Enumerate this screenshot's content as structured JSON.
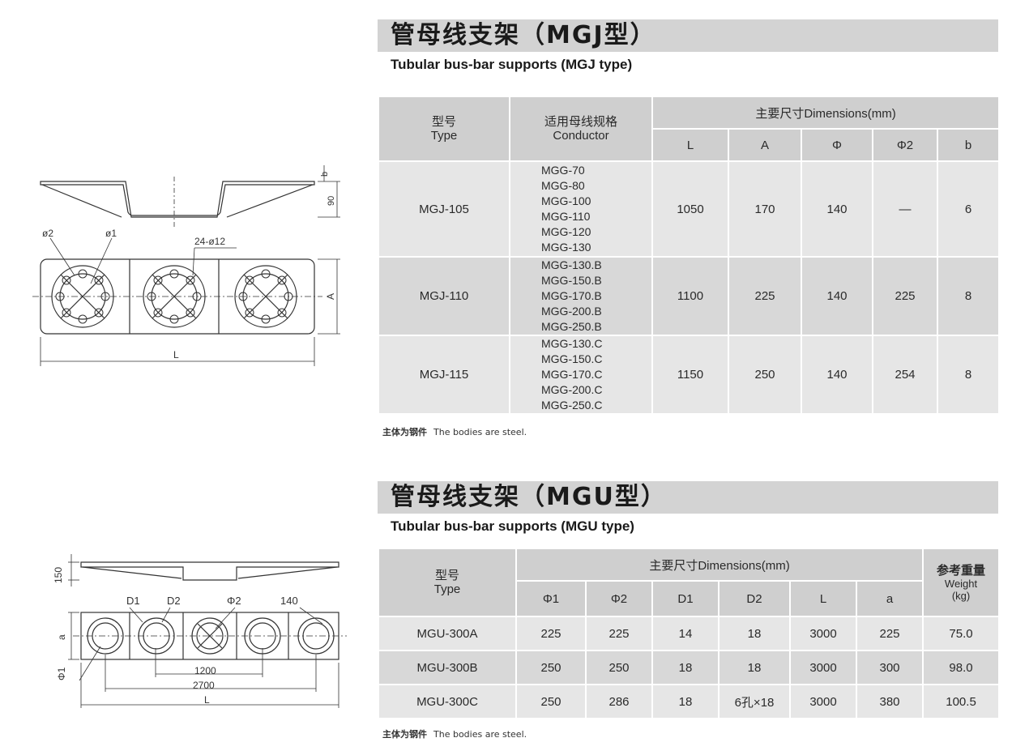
{
  "mgj": {
    "title": "管母线支架（MGJ型）",
    "subtitle": "Tubular bus-bar supports (MGJ type)",
    "headers": {
      "type_cn": "型号",
      "type_en": "Type",
      "conductor_cn": "适用母线规格",
      "conductor_en": "Conductor",
      "dimensions": "主要尺寸Dimensions(mm)",
      "cols": [
        "L",
        "A",
        "Φ",
        "Φ2",
        "b"
      ]
    },
    "rows": [
      {
        "type": "MGJ-105",
        "conductors": [
          "MGG-70",
          "MGG-80",
          "MGG-100",
          "MGG-110",
          "MGG-120",
          "MGG-130"
        ],
        "L": "1050",
        "A": "170",
        "phi": "140",
        "phi2": "—",
        "b": "6"
      },
      {
        "type": "MGJ-110",
        "conductors": [
          "MGG-130.B",
          "MGG-150.B",
          "MGG-170.B",
          "MGG-200.B",
          "MGG-250.B"
        ],
        "L": "1100",
        "A": "225",
        "phi": "140",
        "phi2": "225",
        "b": "8"
      },
      {
        "type": "MGJ-115",
        "conductors": [
          "MGG-130.C",
          "MGG-150.C",
          "MGG-170.C",
          "MGG-200.C",
          "MGG-250.C"
        ],
        "L": "1150",
        "A": "250",
        "phi": "140",
        "phi2": "254",
        "b": "8"
      }
    ],
    "note_cn": "主体为钢件",
    "note_en": "The bodies are steel.",
    "drawing_labels": {
      "b": "b",
      "h90": "90",
      "phi2": "ø2",
      "phi1": "ø1",
      "holes": "24-ø12",
      "A": "A",
      "L": "L"
    }
  },
  "mgu": {
    "title": "管母线支架（MGU型）",
    "subtitle": "Tubular bus-bar supports (MGU type)",
    "headers": {
      "type_cn": "型号",
      "type_en": "Type",
      "dimensions": "主要尺寸Dimensions(mm)",
      "cols": [
        "Φ1",
        "Φ2",
        "D1",
        "D2",
        "L",
        "a"
      ],
      "weight_cn": "参考重量",
      "weight_en": "Weight",
      "weight_unit": "(kg)"
    },
    "rows": [
      {
        "type": "MGU-300A",
        "phi1": "225",
        "phi2": "225",
        "d1": "14",
        "d2": "18",
        "L": "3000",
        "a": "225",
        "weight": "75.0"
      },
      {
        "type": "MGU-300B",
        "phi1": "250",
        "phi2": "250",
        "d1": "18",
        "d2": "18",
        "L": "3000",
        "a": "300",
        "weight": "98.0"
      },
      {
        "type": "MGU-300C",
        "phi1": "250",
        "phi2": "286",
        "d1": "18",
        "d2": "6孔×18",
        "L": "3000",
        "a": "380",
        "weight": "100.5"
      }
    ],
    "note_cn": "主体为钢件",
    "note_en": "The bodies are steel.",
    "drawing_labels": {
      "h150": "150",
      "d1": "D1",
      "d2": "D2",
      "phi2": "Φ2",
      "d140": "140",
      "a": "a",
      "phi1": "Φ1",
      "d1200": "1200",
      "d2700": "2700",
      "L": "L"
    }
  },
  "colors": {
    "header_bg": "#cfcfcf",
    "row_bg": "#e6e6e6",
    "row_alt_bg": "#d8d8d8",
    "title_bg": "#d3d3d3"
  }
}
